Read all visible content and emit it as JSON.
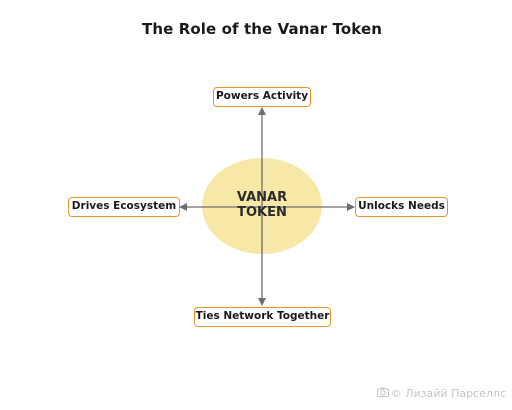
{
  "diagram": {
    "title": "The Role of the Vanar Token",
    "center": {
      "line1": "VANAR",
      "line2": "TOKEN",
      "fill_color": "#f8e8a8"
    },
    "nodes": {
      "top": "Powers Activity",
      "right": "Unlocks Needs",
      "bottom": "Ties Network Together",
      "left": "Drives Ecosystem"
    },
    "node_border_color": "#e8962b",
    "arrow_color": "#6e6e6e"
  },
  "watermark": {
    "icon": "camera-icon",
    "text": "© Лизайй Парселлс"
  }
}
